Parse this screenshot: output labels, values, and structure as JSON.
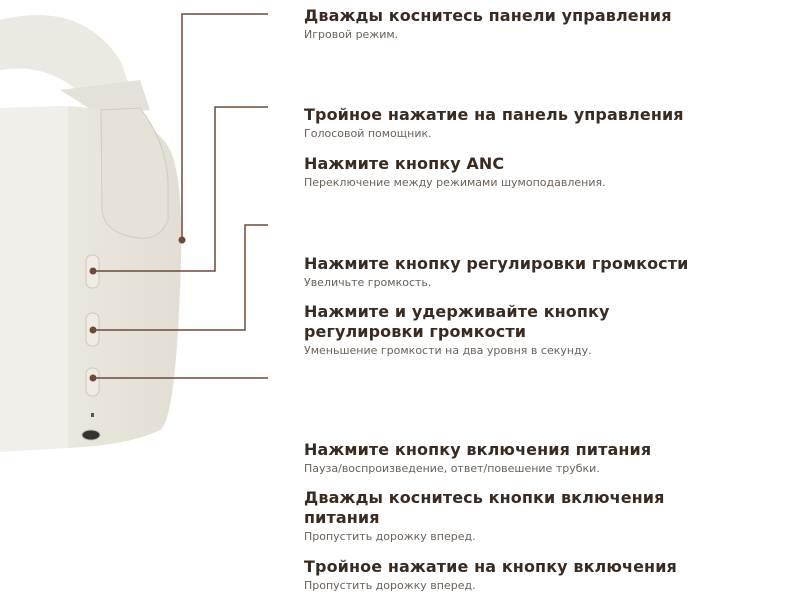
{
  "accent_color": "#6b4a38",
  "text_color": "#3b2b1f",
  "items": [
    {
      "title": "Дважды коснитесь панели управления",
      "desc": "Игровой режим."
    },
    {
      "title": "Тройное нажатие на панель управления",
      "desc": "Голосовой помощник."
    },
    {
      "title": "Нажмите кнопку ANC",
      "desc": "Переключение между режимами шумоподавления."
    },
    {
      "title": "Нажмите кнопку регулировки громкости",
      "desc": "Увеличьте громкость."
    },
    {
      "title": "Нажмите и удерживайте кнопку регулировки громкости",
      "desc": "Уменьшение громкости на два уровня в секунду."
    },
    {
      "title": "Нажмите кнопку включения питания",
      "desc": "Пауза/воспроизведение, ответ/повешение трубки."
    },
    {
      "title": "Дважды коснитесь кнопки включения питания",
      "desc": "Пропустить дорожку вперед."
    },
    {
      "title": "Тройное нажатие на кнопку включения",
      "desc": "Пропустить дорожку вперед."
    }
  ]
}
